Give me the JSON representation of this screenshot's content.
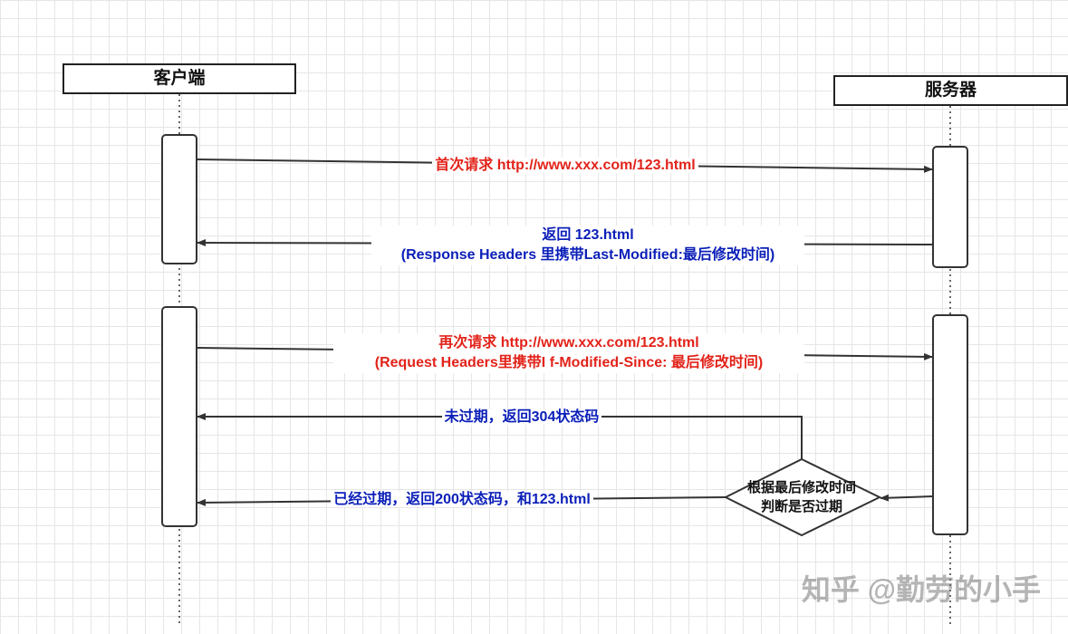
{
  "actors": {
    "client": "客户端",
    "server": "服务器"
  },
  "messages": {
    "first_request": "首次请求 http://www.xxx.com/123.html",
    "response_line1": "返回 123.html",
    "response_line2": "(Response Headers 里携带Last-Modified:最后修改时间)",
    "second_request_line1": "再次请求 http://www.xxx.com/123.html",
    "second_request_line2": "(Request Headers里携带I f-Modified-Since: 最后修改时间)",
    "not_expired": "未过期，返回304状态码",
    "expired": "已经过期，返回200状态码，和123.html"
  },
  "decision": {
    "line1": "根据最后修改时间",
    "line2": "判断是否过期"
  },
  "watermark": "知乎 @勤劳的小手",
  "colors": {
    "request_text": "#e2231a",
    "response_text": "#0b1fb8",
    "line": "#333333"
  }
}
